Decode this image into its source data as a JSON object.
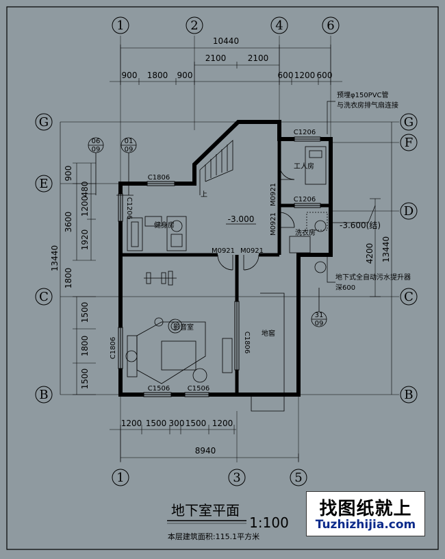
{
  "grid_top": {
    "g1": "1",
    "g2": "2",
    "g4": "4",
    "g6": "6"
  },
  "grid_bottom": {
    "g1": "1",
    "g3": "3",
    "g5": "5"
  },
  "grid_rows": {
    "G": "G",
    "F": "F",
    "E": "E",
    "D": "D",
    "C": "C",
    "B": "B"
  },
  "dims_top": {
    "total": "10440",
    "mid_a": "2100",
    "mid_b": "2100",
    "left_a": "900",
    "left_b": "1800",
    "left_c": "900",
    "right_a": "600",
    "right_b": "1200",
    "right_c": "600"
  },
  "dims_left": {
    "total": "13440",
    "a": "900",
    "b": "480",
    "c": "1200",
    "d": "3600",
    "e": "1920",
    "f": "1800",
    "g": "1500",
    "h": "1800",
    "i": "1500"
  },
  "dims_right": {
    "total": "13440",
    "a": "4200"
  },
  "dims_bottom": {
    "total": "8940",
    "a": "1200",
    "b": "1500",
    "c": "300",
    "d": "1500",
    "e": "1200"
  },
  "section_marks": {
    "s1_top": "06",
    "s1_bot": "09",
    "s2_top": "01",
    "s2_bot": "09",
    "s3_top": "31",
    "s3_bot": "09"
  },
  "rooms": {
    "gym": "健身房",
    "theater": "影音室",
    "servant": "工人房",
    "laundry": "洗衣房",
    "cellar": "地窖",
    "up": "上"
  },
  "elevations": {
    "main": "-3.000",
    "side": "-3.600(结)"
  },
  "openings": {
    "c1806_top": "C1806",
    "c1206_left": "C1206",
    "m0921_a": "M0921",
    "m0921_b": "M0921",
    "m0921_c": "M0921",
    "m0921_d": "M0921",
    "c1206_top": "C1206",
    "c1206_mid": "C1206",
    "c1806_left": "C1806",
    "c1806_mid": "C1806",
    "c1506_a": "C1506",
    "c1506_b": "C1506"
  },
  "notes": {
    "pvc_1": "预埋φ150PVC管",
    "pvc_2": "与洗衣房排气扇连接",
    "pump_1": "地下式全自动污水提升器",
    "pump_2": "深600"
  },
  "title": {
    "name": "地下室平面",
    "scale": "1:100",
    "area": "本层建筑面积:115.1平方米"
  },
  "watermark": {
    "cn": "找图纸就上",
    "url": "Tuzhizhijia.com"
  },
  "colors": {
    "background": "#8f9aa0",
    "lines": "#000000",
    "watermark_url": "#0b2a8a"
  }
}
